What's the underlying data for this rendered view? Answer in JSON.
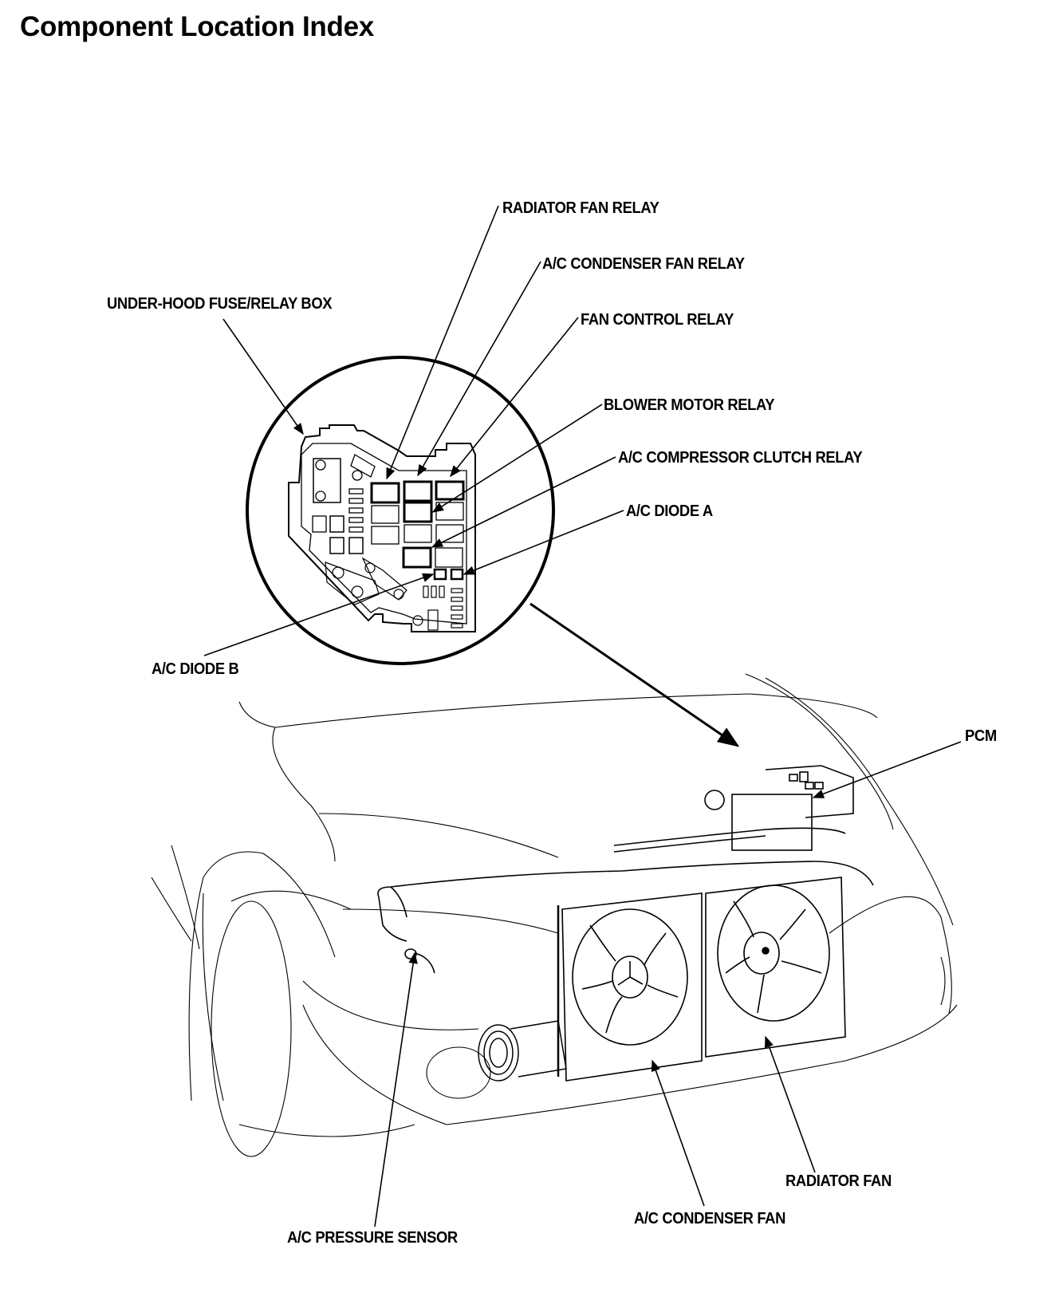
{
  "page": {
    "title": "Component Location Index"
  },
  "callouts": {
    "radiator_fan_relay": "RADIATOR FAN RELAY",
    "ac_condenser_fan_relay": "A/C CONDENSER FAN RELAY",
    "fan_control_relay": "FAN CONTROL RELAY",
    "under_hood_box": "UNDER-HOOD FUSE/RELAY BOX",
    "blower_motor_relay": "BLOWER MOTOR RELAY",
    "ac_compressor_clutch_relay": "A/C COMPRESSOR CLUTCH RELAY",
    "ac_diode_a": "A/C DIODE A",
    "ac_diode_b": "A/C DIODE B",
    "pcm": "PCM",
    "radiator_fan": "RADIATOR FAN",
    "ac_condenser_fan": "A/C CONDENSER FAN",
    "ac_pressure_sensor": "A/C PRESSURE SENSOR"
  }
}
